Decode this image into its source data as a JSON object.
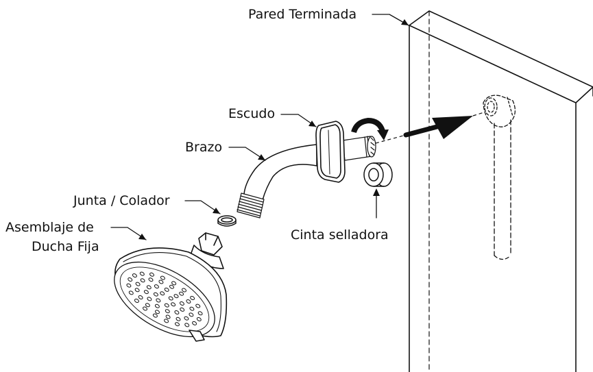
{
  "labels": {
    "finished_wall": "Pared Terminada",
    "flange": "Escudo",
    "arm": "Brazo",
    "gasket": "Junta / Colador",
    "showerhead_line1": "Asemblaje de",
    "showerhead_line2": "Ducha Fija",
    "tape": "Cinta selladora"
  },
  "colors": {
    "ink": "#111111",
    "background": "#ffffff"
  }
}
